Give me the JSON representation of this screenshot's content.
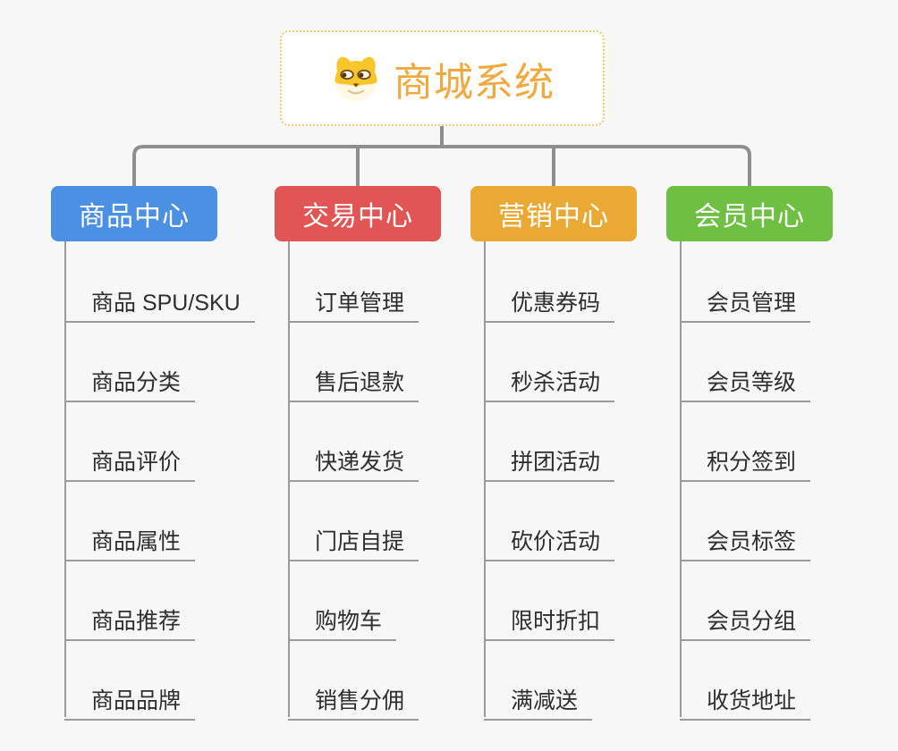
{
  "diagram": {
    "root": {
      "label": "商城系统",
      "icon": "dog-face-icon",
      "text_color": "#f0a93e",
      "border_color": "#f8c76f"
    },
    "branches": [
      {
        "label": "商品中心",
        "color": "#4b90e2",
        "items": [
          "商品 SPU/SKU",
          "商品分类",
          "商品评价",
          "商品属性",
          "商品推荐",
          "商品品牌"
        ]
      },
      {
        "label": "交易中心",
        "color": "#e15654",
        "items": [
          "订单管理",
          "售后退款",
          "快递发货",
          "门店自提",
          "购物车",
          "销售分佣"
        ]
      },
      {
        "label": "营销中心",
        "color": "#eaa935",
        "items": [
          "优惠券码",
          "秒杀活动",
          "拼团活动",
          "砍价活动",
          "限时折扣",
          "满减送"
        ]
      },
      {
        "label": "会员中心",
        "color": "#6fbf43",
        "items": [
          "会员管理",
          "会员等级",
          "积分签到",
          "会员标签",
          "会员分组",
          "收货地址"
        ]
      }
    ],
    "connector_color": "#8e8e8e",
    "leaf_line_color": "#9b9b9b",
    "background_color": "#f7f7f8"
  }
}
